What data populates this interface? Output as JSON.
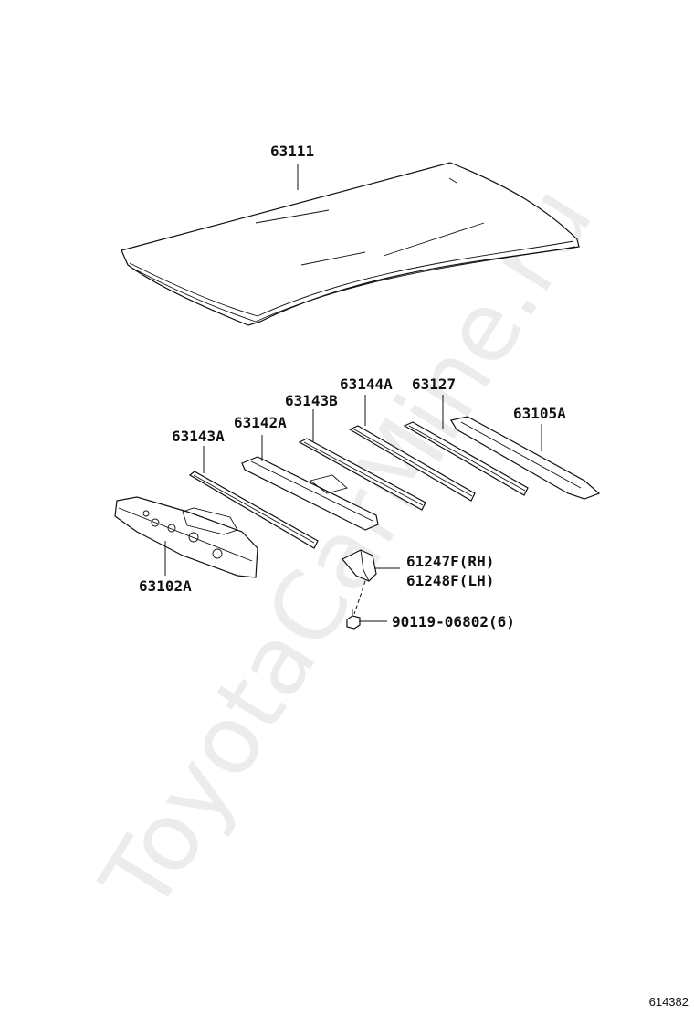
{
  "watermark": "ToyotaCarMine.ru",
  "diagram_id": "614382",
  "parts": {
    "roof_panel": "63111",
    "roof_bow_144a": "63144A",
    "roof_bow_127": "63127",
    "roof_bow_143b": "63143B",
    "roof_rail_105a": "63105A",
    "roof_bow_142a": "63142A",
    "roof_bow_143a": "63143A",
    "bracket_rh": "61247F(RH)",
    "bracket_lh": "61248F(LH)",
    "front_header_102a": "63102A",
    "bolt": "90119-06802(6)"
  }
}
